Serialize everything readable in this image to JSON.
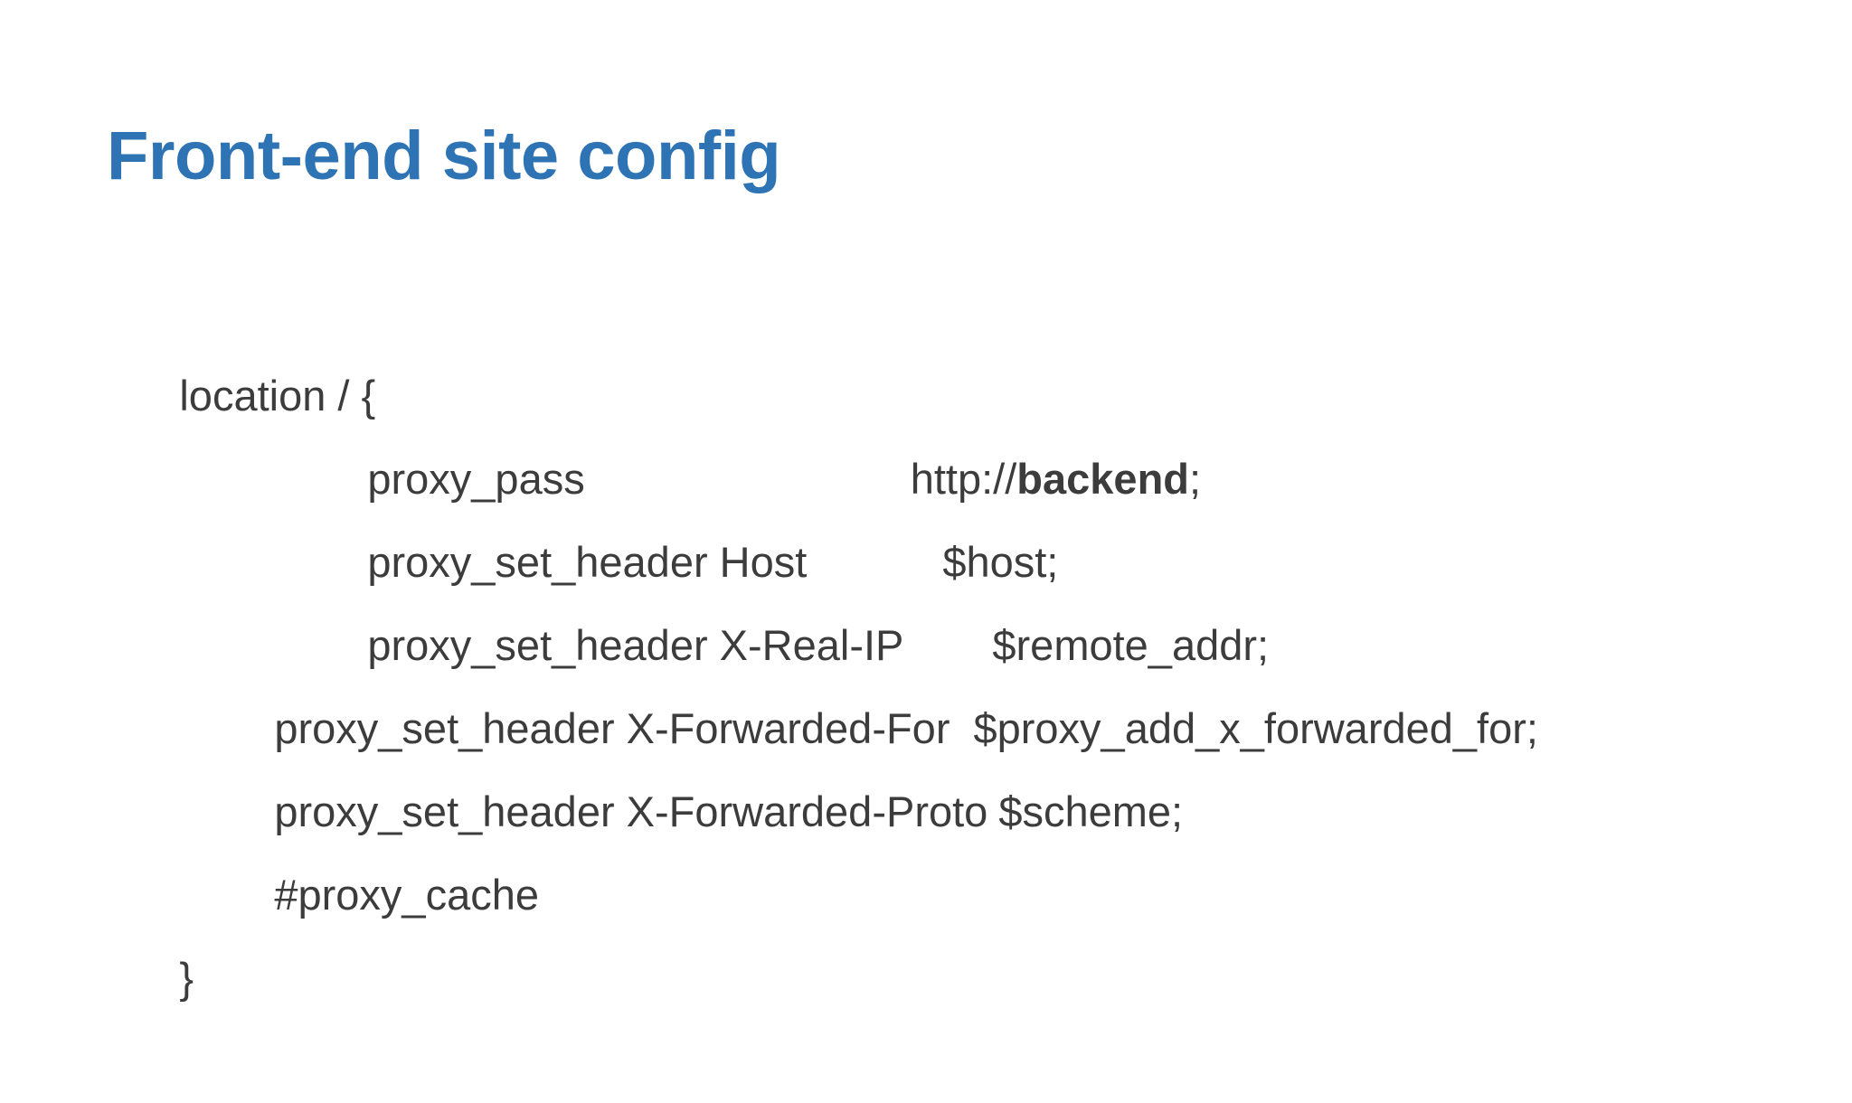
{
  "slide": {
    "title": "Front-end site config",
    "title_color": "#2e74b5",
    "body_color": "#3c3c3c",
    "background_color": "#ffffff"
  },
  "code": {
    "language": "nginx",
    "lines": [
      {
        "indent": 0,
        "text": "location / {"
      },
      {
        "indent": 2,
        "directive": "proxy_pass",
        "value_prefix": "http://",
        "value_bold": "backend",
        "value_suffix": ";"
      },
      {
        "indent": 2,
        "directive": "proxy_set_header Host",
        "value": "$host;"
      },
      {
        "indent": 2,
        "directive": "proxy_set_header X-Real-IP",
        "value": "$remote_addr;"
      },
      {
        "indent": 1,
        "directive": "proxy_set_header X-Forwarded-For",
        "value": "$proxy_add_x_forwarded_for;"
      },
      {
        "indent": 1,
        "directive": "proxy_set_header X-Forwarded-Proto",
        "value": "$scheme;"
      },
      {
        "indent": 1,
        "text": "#proxy_cache"
      },
      {
        "indent": 0,
        "text": "}"
      }
    ]
  }
}
